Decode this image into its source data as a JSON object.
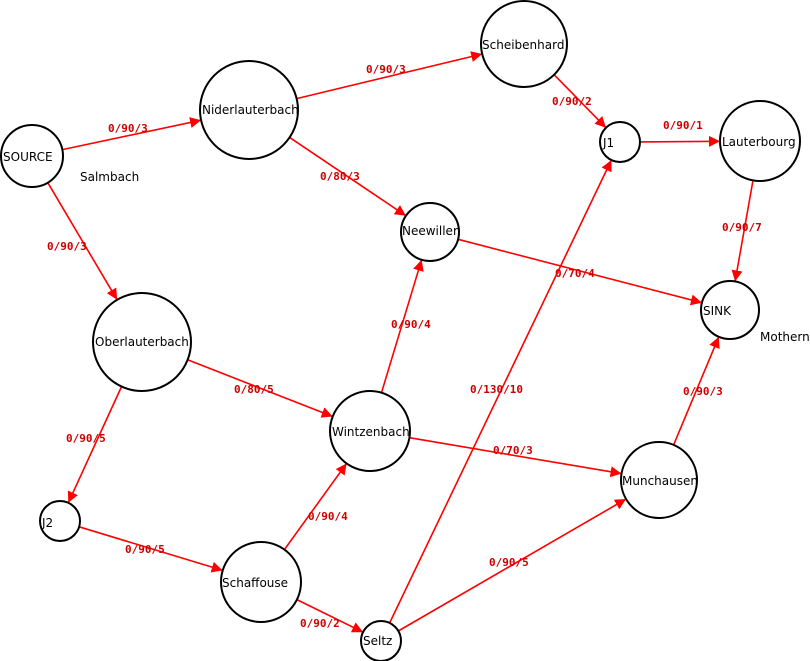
{
  "diagram": {
    "edge_color": "#ff0000",
    "edge_label_color": "#cc0000",
    "nodes": [
      {
        "id": "SOURCE",
        "label": "SOURCE"
      },
      {
        "id": "Niderlauterbach",
        "label": "Niderlauterbach"
      },
      {
        "id": "Scheibenhard",
        "label": "Scheibenhard"
      },
      {
        "id": "J1",
        "label": "J1"
      },
      {
        "id": "Lauterbourg",
        "label": "Lauterbourg"
      },
      {
        "id": "Neewiller",
        "label": "Neewiller"
      },
      {
        "id": "SINK",
        "label": "SINK"
      },
      {
        "id": "Oberlauterbach",
        "label": "Oberlauterbach"
      },
      {
        "id": "Wintzenbach",
        "label": "Wintzenbach"
      },
      {
        "id": "Munchausen",
        "label": "Munchausen"
      },
      {
        "id": "J2",
        "label": "J2"
      },
      {
        "id": "Schaffouse",
        "label": "Schaffouse"
      },
      {
        "id": "Seltz",
        "label": "Seltz"
      }
    ],
    "free_labels": [
      {
        "id": "Salmbach",
        "text": "Salmbach"
      },
      {
        "id": "Mothern",
        "text": "Mothern"
      }
    ],
    "edges": [
      {
        "from": "SOURCE",
        "to": "Niderlauterbach",
        "label": "0/90/3"
      },
      {
        "from": "SOURCE",
        "to": "Oberlauterbach",
        "label": "0/90/3"
      },
      {
        "from": "Niderlauterbach",
        "to": "Scheibenhard",
        "label": "0/90/3"
      },
      {
        "from": "Niderlauterbach",
        "to": "Neewiller",
        "label": "0/80/3"
      },
      {
        "from": "Scheibenhard",
        "to": "J1",
        "label": "0/90/2"
      },
      {
        "from": "J1",
        "to": "Lauterbourg",
        "label": "0/90/1"
      },
      {
        "from": "Lauterbourg",
        "to": "SINK",
        "label": "0/90/7"
      },
      {
        "from": "Neewiller",
        "to": "SINK",
        "label": "0/70/4"
      },
      {
        "from": "Oberlauterbach",
        "to": "Wintzenbach",
        "label": "0/80/5"
      },
      {
        "from": "Oberlauterbach",
        "to": "J2",
        "label": "0/90/5"
      },
      {
        "from": "Wintzenbach",
        "to": "Neewiller",
        "label": "0/90/4"
      },
      {
        "from": "Wintzenbach",
        "to": "Munchausen",
        "label": "0/70/3"
      },
      {
        "from": "Munchausen",
        "to": "SINK",
        "label": "0/90/3"
      },
      {
        "from": "J2",
        "to": "Schaffouse",
        "label": "0/90/5"
      },
      {
        "from": "Schaffouse",
        "to": "Wintzenbach",
        "label": "0/90/4"
      },
      {
        "from": "Schaffouse",
        "to": "Seltz",
        "label": "0/90/2"
      },
      {
        "from": "Seltz",
        "to": "Munchausen",
        "label": "0/90/5"
      },
      {
        "from": "Seltz",
        "to": "J1",
        "label": "0/130/10"
      }
    ]
  }
}
